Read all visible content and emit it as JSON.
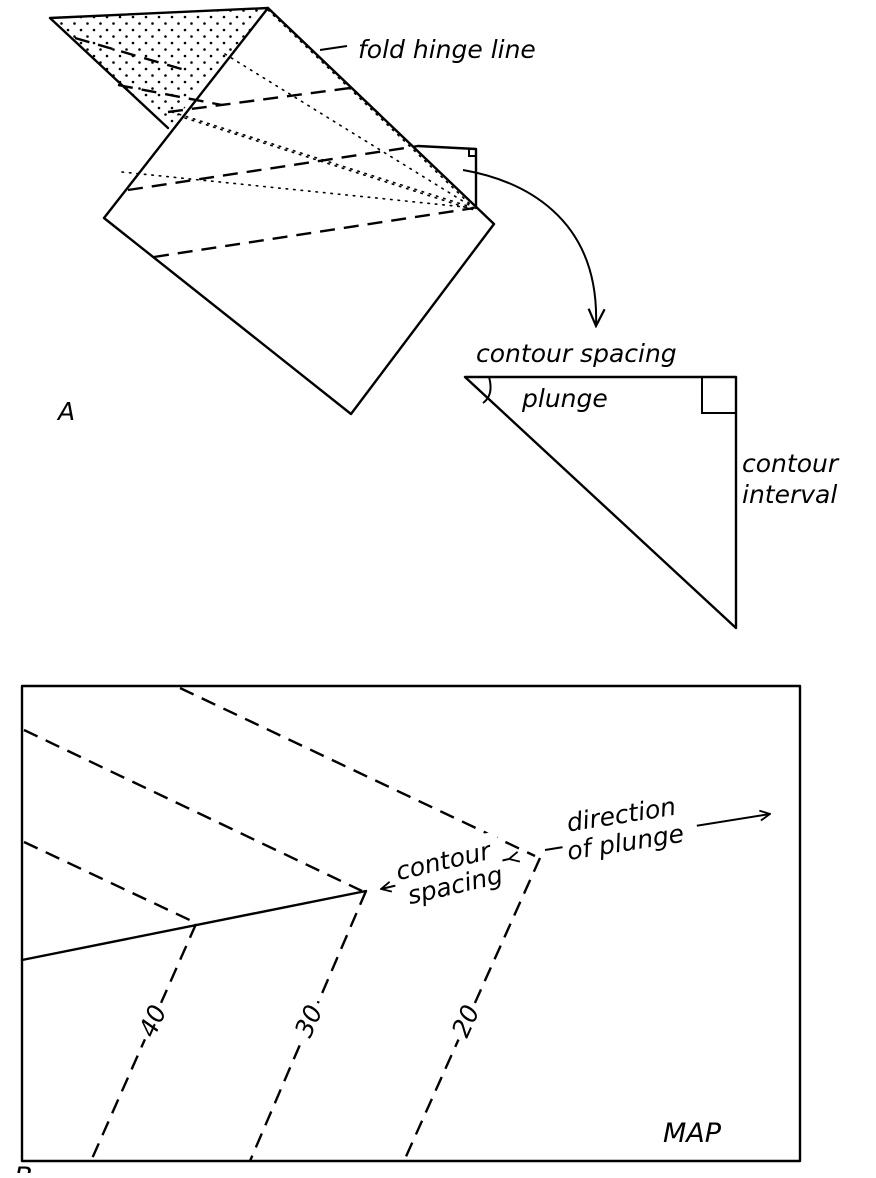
{
  "panel_a": {
    "label": "A",
    "fold_hinge_line": "fold hinge line",
    "contour_spacing": "contour spacing",
    "plunge": "plunge",
    "contour": "contour",
    "interval": "interval"
  },
  "panel_b": {
    "label": "B",
    "map": "MAP",
    "contour": "contour",
    "spacing": "spacing",
    "direction": "direction",
    "of_plunge": "of plunge",
    "contour_values": [
      "40",
      "30",
      "20"
    ]
  }
}
